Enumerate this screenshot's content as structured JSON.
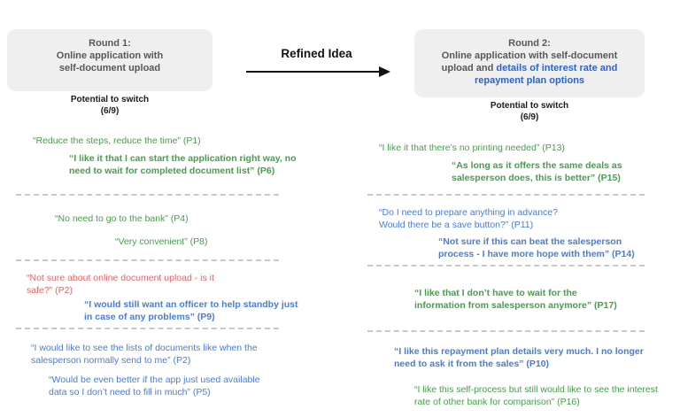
{
  "palette": {
    "quote_green": "#46A049",
    "quote_blue": "#4A7CD6",
    "quote_red": "#E06666",
    "accent_blue": "#2A63D6",
    "box_background": "#EFEFEF",
    "box_title_gray": "#58585A",
    "arrow_black": "#111111",
    "divider_gray": "#C8C8C8"
  },
  "header": {
    "round1": {
      "title_line1": "Round 1:",
      "title_line2": "Online application with",
      "title_line3": "self-document upload",
      "metric_label": "Potential to switch",
      "metric_value": "(6/9)"
    },
    "arrow_label": "Refined Idea",
    "round2": {
      "title_line1": "Round 2:",
      "title_plain": "Online application with self-document upload and ",
      "title_highlight": "details of interest rate and repayment plan options",
      "metric_label": "Potential to switch",
      "metric_value": "(6/9)"
    }
  },
  "left_quotes": [
    {
      "id": "P1",
      "color": "green",
      "bold": false,
      "text": "“Reduce the steps, reduce the time” (P1)"
    },
    {
      "id": "P6",
      "color": "green",
      "bold": true,
      "text": "“I like it that I can start the application right way, no need to wait for completed document list” (P6)"
    },
    {
      "id": "P4",
      "color": "green",
      "bold": false,
      "text": "“No need to go to the bank” (P4)"
    },
    {
      "id": "P8",
      "color": "green",
      "bold": false,
      "text": "“Very convenient” (P8)"
    },
    {
      "id": "P2",
      "color": "red",
      "bold": false,
      "text": "“Not sure about online document upload - is it safe?” (P2)"
    },
    {
      "id": "P9",
      "color": "blue",
      "bold": true,
      "text": "“I would still want an officer to help standby just in case of any problems” (P9)"
    },
    {
      "id": "P2b",
      "color": "blue",
      "bold": false,
      "text": "“I would like to see the lists of documents like when the salesperson normally send to me” (P2)"
    },
    {
      "id": "P5",
      "color": "blue",
      "bold": false,
      "text": "“Would be even better if the app just used available data so I don’t need to fill in much” (P5)"
    }
  ],
  "right_quotes": [
    {
      "id": "P13",
      "color": "green",
      "bold": false,
      "text": "“I like it that there’s no printing needed” (P13)"
    },
    {
      "id": "P15",
      "color": "green",
      "bold": true,
      "text": "“As long as it offers the same deals as salesperson does, this is better” (P15)"
    },
    {
      "id": "P11",
      "color": "blue",
      "bold": false,
      "text": "“Do I need to prepare anything in advance? Would there be a save button?” (P11)"
    },
    {
      "id": "P14",
      "color": "blue",
      "bold": true,
      "text": "“Not sure if this can beat the salesperson process - I have more hope with them” (P14)"
    },
    {
      "id": "P17",
      "color": "green",
      "bold": true,
      "text": "“I like that I don’t have to wait for the information from salesperson anymore” (P17)"
    },
    {
      "id": "P10",
      "color": "blue",
      "bold": true,
      "text": "“I like this repayment plan details very much. I no longer need to ask it from the sales” (P10)"
    },
    {
      "id": "P16",
      "color": "green",
      "bold": false,
      "text": "“I like this self-process but still would like to see the interest rate of other bank for comparison” (P16)"
    }
  ]
}
